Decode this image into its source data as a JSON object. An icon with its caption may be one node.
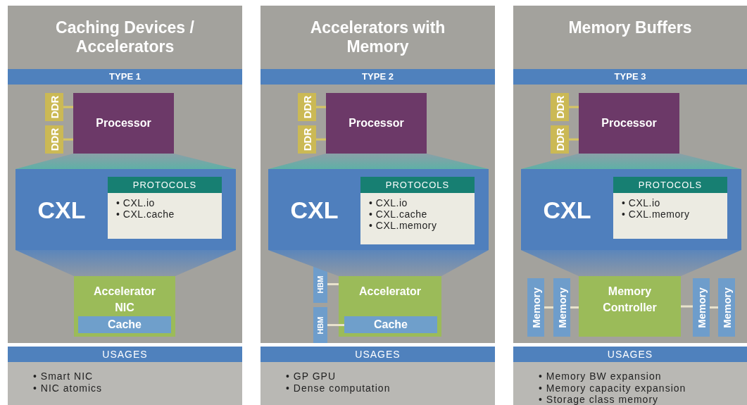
{
  "diagram": {
    "nodes": [
      {
        "text": [
          "Caching Devices / Accelerators"
        ]
      },
      {
        "text": [
          "TYPE 1"
        ],
        "in": 0
      },
      {
        "text": [
          "DDR"
        ],
        "in": 0
      },
      {
        "text": [
          "DDR"
        ],
        "in": 0
      },
      {
        "text": [
          "Processor"
        ],
        "in": 0
      },
      {
        "text": [
          "CXL"
        ],
        "in": 0
      },
      {
        "text": [
          "PROTOCOLS",
          "• CXL.io",
          "• CXL.cache"
        ],
        "in": 5
      },
      {
        "text": [
          "Accelerator NIC"
        ],
        "in": 0
      },
      {
        "text": [
          "Cache"
        ],
        "in": 7
      },
      {
        "text": [
          "USAGES",
          "• Smart NIC",
          "• NIC atomics"
        ]
      },
      {
        "text": [
          "Accelerators with Memory"
        ]
      },
      {
        "text": [
          "TYPE 2"
        ],
        "in": 10
      },
      {
        "text": [
          "DDR"
        ],
        "in": 10
      },
      {
        "text": [
          "DDR"
        ],
        "in": 10
      },
      {
        "text": [
          "Processor"
        ],
        "in": 10
      },
      {
        "text": [
          "CXL"
        ],
        "in": 10
      },
      {
        "text": [
          "PROTOCOLS",
          "• CXL.io",
          "• CXL.cache",
          "• CXL.memory"
        ],
        "in": 15
      },
      {
        "text": [
          "HBM"
        ],
        "in": 10
      },
      {
        "text": [
          "HBM"
        ],
        "in": 10
      },
      {
        "text": [
          "Accelerator"
        ],
        "in": 10
      },
      {
        "text": [
          "Cache"
        ],
        "in": 19
      },
      {
        "text": [
          "USAGES",
          "• GP GPU",
          "• Dense computation"
        ]
      },
      {
        "text": [
          "Memory Buffers"
        ]
      },
      {
        "text": [
          "TYPE 3"
        ],
        "in": 22
      },
      {
        "text": [
          "DDR"
        ],
        "in": 22
      },
      {
        "text": [
          "DDR"
        ],
        "in": 22
      },
      {
        "text": [
          "Processor"
        ],
        "in": 22
      },
      {
        "text": [
          "CXL"
        ],
        "in": 22
      },
      {
        "text": [
          "PROTOCOLS",
          "• CXL.io",
          "• CXL.memory"
        ],
        "in": 27
      },
      {
        "text": [
          "Memory"
        ],
        "in": 22
      },
      {
        "text": [
          "Memory"
        ],
        "in": 22
      },
      {
        "text": [
          "Memory Controller"
        ],
        "in": 22
      },
      {
        "text": [
          "Memory"
        ],
        "in": 22
      },
      {
        "text": [
          "Memory"
        ],
        "in": 22
      },
      {
        "text": [
          "USAGES",
          "• Memory BW expansion",
          "• Memory capacity expansion",
          "• Storage class memory"
        ]
      },
      {
        "text": [],
        "shape": "trapezoid",
        "in": 0
      },
      {
        "text": [],
        "shape": "trapezoid",
        "in": 0
      },
      {
        "text": [],
        "shape": "trapezoid",
        "in": 10
      },
      {
        "text": [],
        "shape": "trapezoid",
        "in": 10
      },
      {
        "text": [],
        "shape": "trapezoid",
        "in": 22
      },
      {
        "text": [],
        "shape": "trapezoid",
        "in": 22
      }
    ],
    "edges": [
      {
        "from": 2,
        "to": 4,
        "arrow": "none",
        "color": "#d6c563"
      },
      {
        "from": 3,
        "to": 4,
        "arrow": "none",
        "color": "#d6c563"
      },
      {
        "from": 12,
        "to": 14,
        "arrow": "none",
        "color": "#d6c563"
      },
      {
        "from": 13,
        "to": 14,
        "arrow": "none",
        "color": "#d6c563"
      },
      {
        "from": 17,
        "to": 19,
        "arrow": "none",
        "color": "#e8e2cc"
      },
      {
        "from": 18,
        "to": 20,
        "arrow": "none",
        "color": "#e8e2cc"
      },
      {
        "from": 24,
        "to": 26,
        "arrow": "none",
        "color": "#d6c563"
      },
      {
        "from": 25,
        "to": 26,
        "arrow": "none",
        "color": "#d6c563"
      },
      {
        "from": 29,
        "to": 30,
        "arrow": "none",
        "color": "#e8e2cc"
      },
      {
        "from": 30,
        "to": 31,
        "arrow": "none",
        "color": "#e8e2cc"
      },
      {
        "from": 31,
        "to": 32,
        "arrow": "none",
        "color": "#e8e2cc"
      },
      {
        "from": 32,
        "to": 33,
        "arrow": "none",
        "color": "#e8e2cc"
      }
    ]
  }
}
